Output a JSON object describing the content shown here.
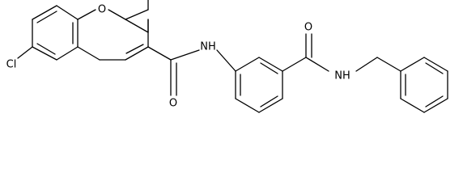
{
  "molecule": {
    "atoms": {
      "o_ring": "O",
      "o_lactone": "O",
      "cl": "Cl",
      "nh_amide1": "NH",
      "o_amide1": "O",
      "o_amide2": "O",
      "nh_amide2": "NH"
    }
  }
}
